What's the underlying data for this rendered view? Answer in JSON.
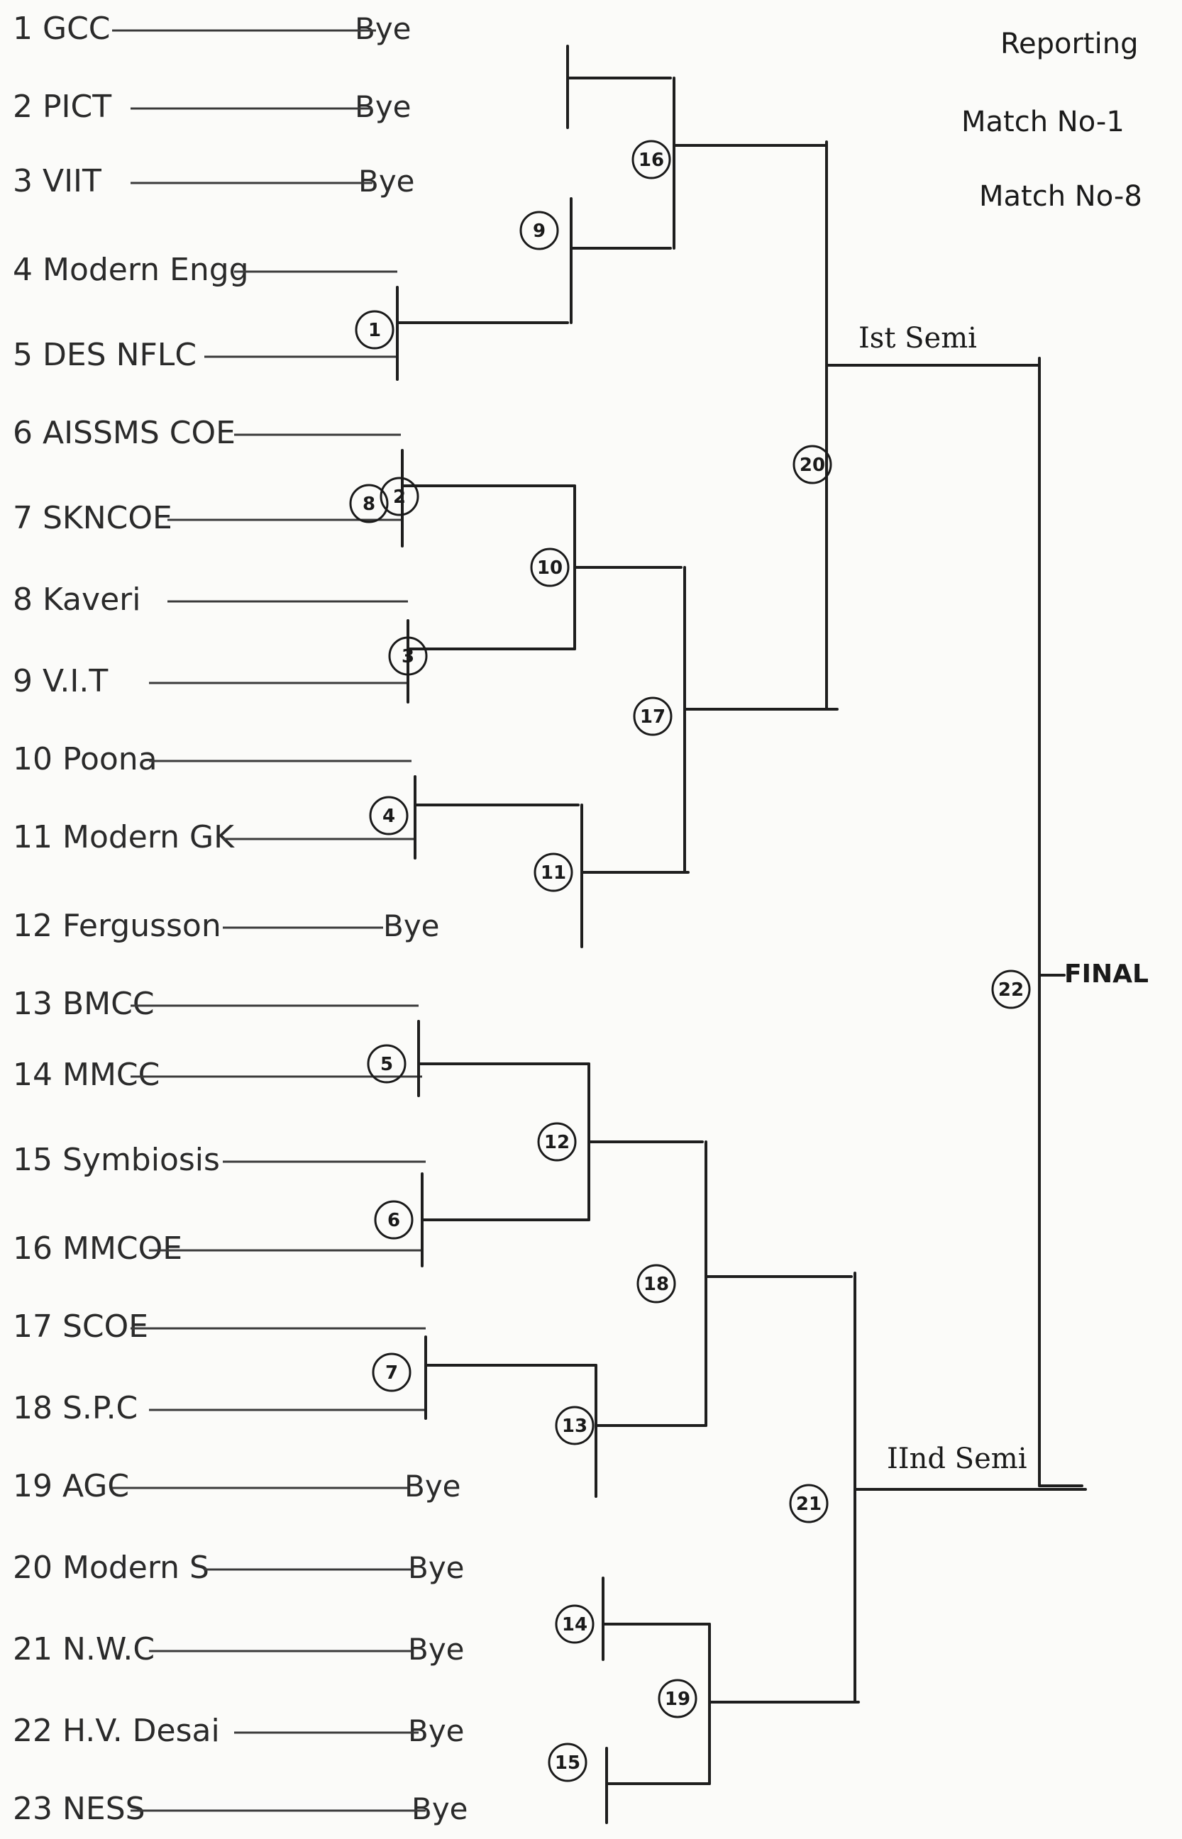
{
  "header_notes": [
    "Reporting",
    "Match No-1",
    "Match No-8"
  ],
  "teams": [
    {
      "num": "1",
      "name": "GCC"
    },
    {
      "num": "2",
      "name": "PICT"
    },
    {
      "num": "3",
      "name": "VIIT"
    },
    {
      "num": "4",
      "name": "Modern Engg"
    },
    {
      "num": "5",
      "name": "DES NFLC"
    },
    {
      "num": "6",
      "name": "AISSMS COE"
    },
    {
      "num": "7",
      "name": "SKNCOE"
    },
    {
      "num": "8",
      "name": "Kaveri"
    },
    {
      "num": "9",
      "name": "V.I.T"
    },
    {
      "num": "10",
      "name": "Poona"
    },
    {
      "num": "11",
      "name": "Modern GK"
    },
    {
      "num": "12",
      "name": "Fergusson"
    },
    {
      "num": "13",
      "name": "BMCC"
    },
    {
      "num": "14",
      "name": "MMCC"
    },
    {
      "num": "15",
      "name": "Symbiosis"
    },
    {
      "num": "16",
      "name": "MMCOE"
    },
    {
      "num": "17",
      "name": "SCOE"
    },
    {
      "num": "18",
      "name": "S.P.C"
    },
    {
      "num": "19",
      "name": "AGC"
    },
    {
      "num": "20",
      "name": "Modern S"
    },
    {
      "num": "21",
      "name": "N.W.C"
    },
    {
      "num": "22",
      "name": "H.V. Desai"
    },
    {
      "num": "23",
      "name": "NESS"
    }
  ],
  "bye_label": "Bye",
  "matches": [
    "1",
    "2",
    "3",
    "4",
    "5",
    "6",
    "7",
    "8",
    "9",
    "10",
    "11",
    "12",
    "13",
    "14",
    "15",
    "16",
    "17",
    "18",
    "19",
    "20",
    "21",
    "22"
  ],
  "rounds": {
    "semi1": "Ist Semi",
    "semi2": "IInd Semi",
    "final": "FINAL"
  }
}
